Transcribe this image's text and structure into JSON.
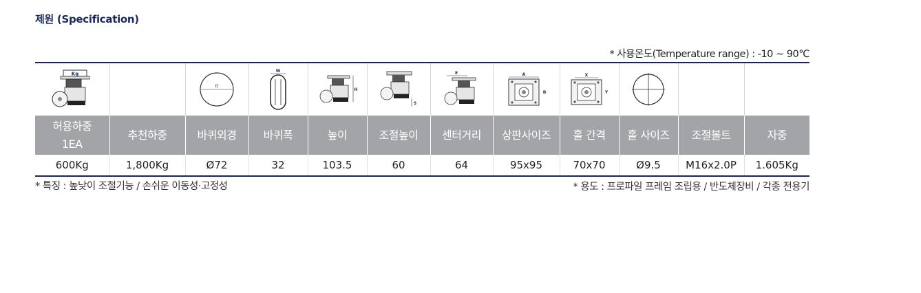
{
  "title": "제원 (Specification)",
  "temperature_note": "* 사용온도(Temperature range) : -10 ~ 90℃",
  "icons": {
    "load_label": "Kg",
    "wheel_dia_label": "D",
    "wheel_width_label": "W",
    "height_label": "H",
    "adjust_label": "S",
    "center_label": "E",
    "plate_a_label": "A",
    "plate_b_label": "B",
    "hole_x_label": "X",
    "hole_y_label": "Y"
  },
  "headers": [
    "허용하중\n1EA",
    "추천하중",
    "바퀴외경",
    "바퀴폭",
    "높이",
    "조절높이",
    "센터거리",
    "상판사이즈",
    "홀 간격",
    "홀 사이즈",
    "조절볼트",
    "자중"
  ],
  "values": [
    "600Kg",
    "1,800Kg",
    "Ø72",
    "32",
    "103.5",
    "60",
    "64",
    "95x95",
    "70x70",
    "Ø9.5",
    "M16x2.0P",
    "1.605Kg"
  ],
  "notes": {
    "feature": "* 특징 : 높낮이 조절기능 / 손쉬운 이동성·고정성",
    "usage": "* 용도 : 프로파일 프레임 조립용 / 반도체장비 / 각종 전용기"
  }
}
